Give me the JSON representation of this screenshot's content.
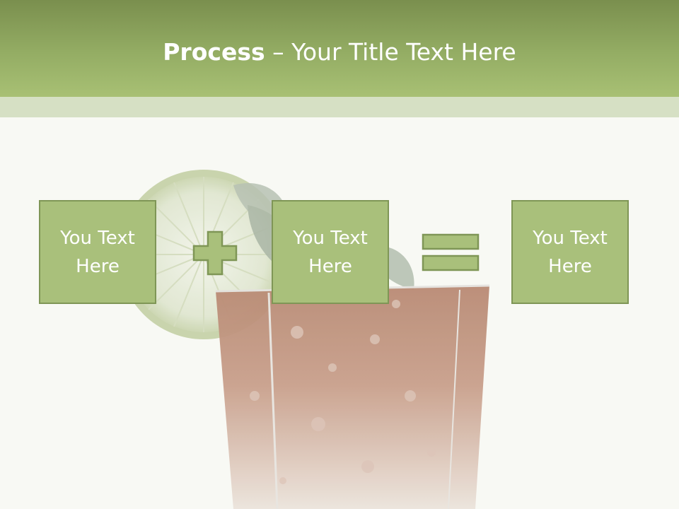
{
  "title": {
    "bold": "Process",
    "separator": " – ",
    "rest": "Your Title Text Here"
  },
  "boxes": [
    {
      "label": "You Text Here"
    },
    {
      "label": "You Text Here"
    },
    {
      "label": "You Text Here"
    }
  ],
  "operators": [
    "plus-icon",
    "equals-icon"
  ],
  "colors": {
    "title_bar": "#94ad64",
    "title_stripe": "#d6e0c4",
    "box_fill": "#a9c07b",
    "box_border": "#7f9656",
    "background": "#f8f9f4"
  }
}
